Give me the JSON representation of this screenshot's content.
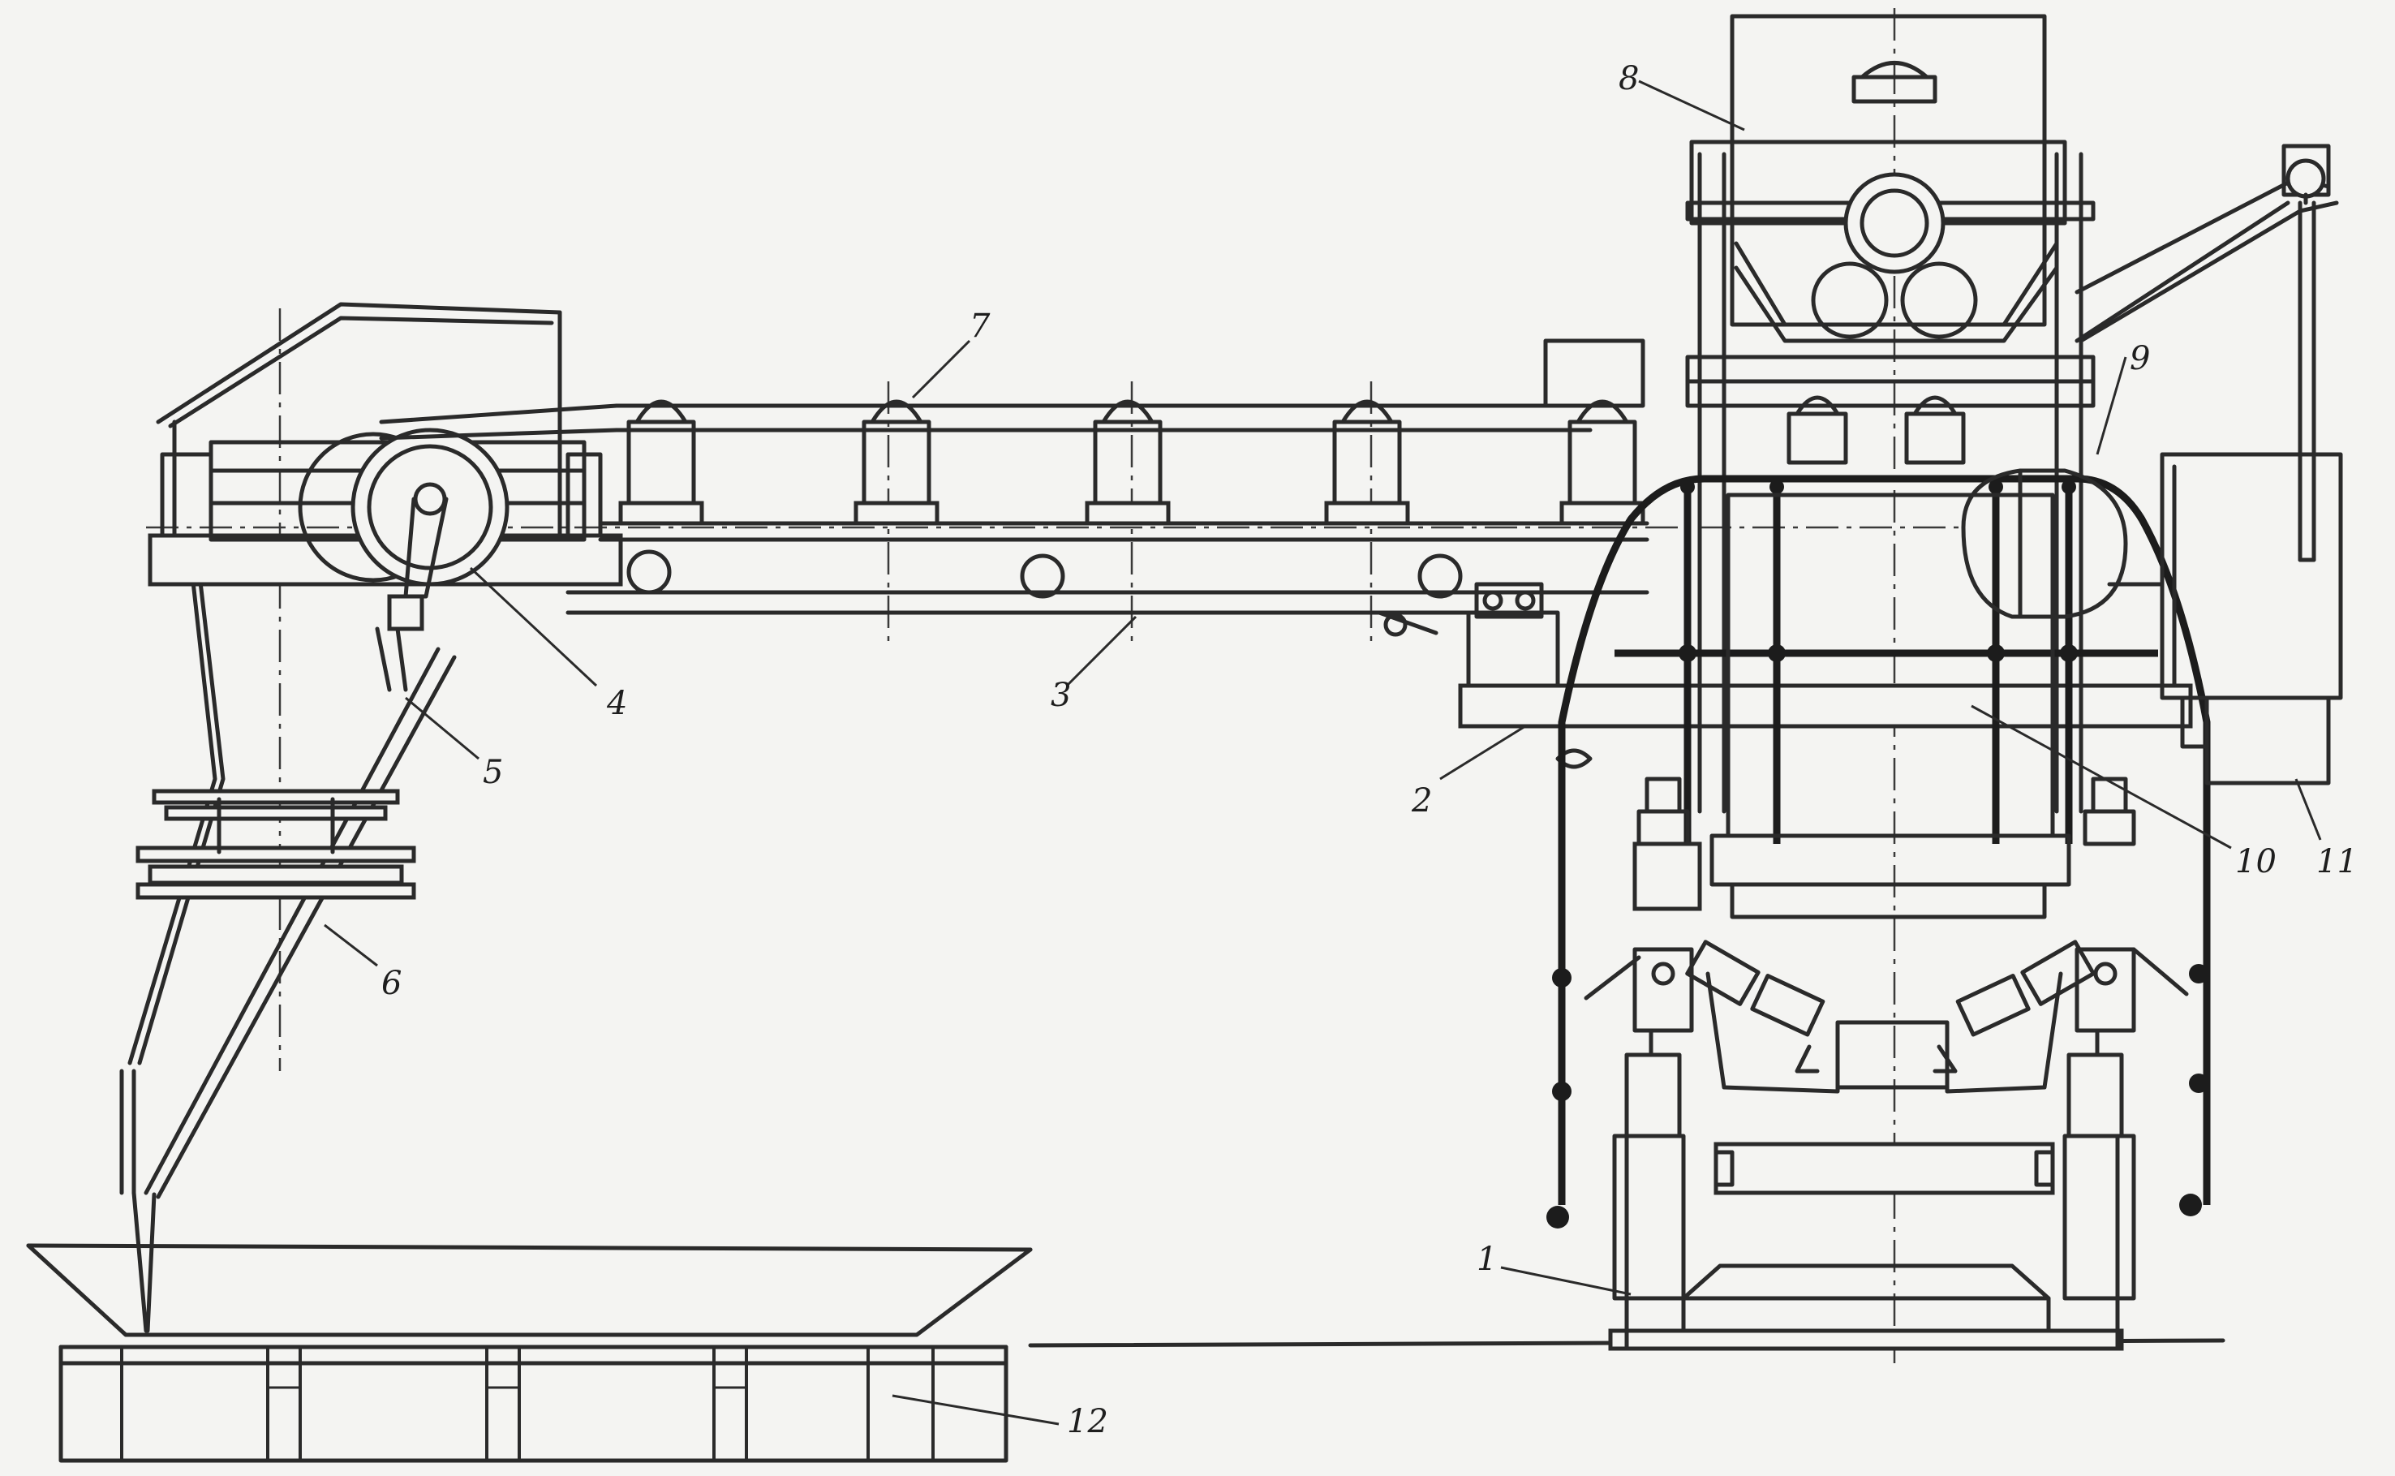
{
  "callouts": [
    {
      "id": "1",
      "label": "1"
    },
    {
      "id": "2",
      "label": "2"
    },
    {
      "id": "3",
      "label": "3"
    },
    {
      "id": "4",
      "label": "4"
    },
    {
      "id": "5",
      "label": "5"
    },
    {
      "id": "6",
      "label": "6"
    },
    {
      "id": "7",
      "label": "7"
    },
    {
      "id": "8",
      "label": "8"
    },
    {
      "id": "9",
      "label": "9"
    },
    {
      "id": "10",
      "label": "10"
    },
    {
      "id": "11",
      "label": "11"
    },
    {
      "id": "12",
      "label": "12"
    }
  ],
  "colors": {
    "ink": "#2a2a2a",
    "paper": "#f4f4f2"
  }
}
